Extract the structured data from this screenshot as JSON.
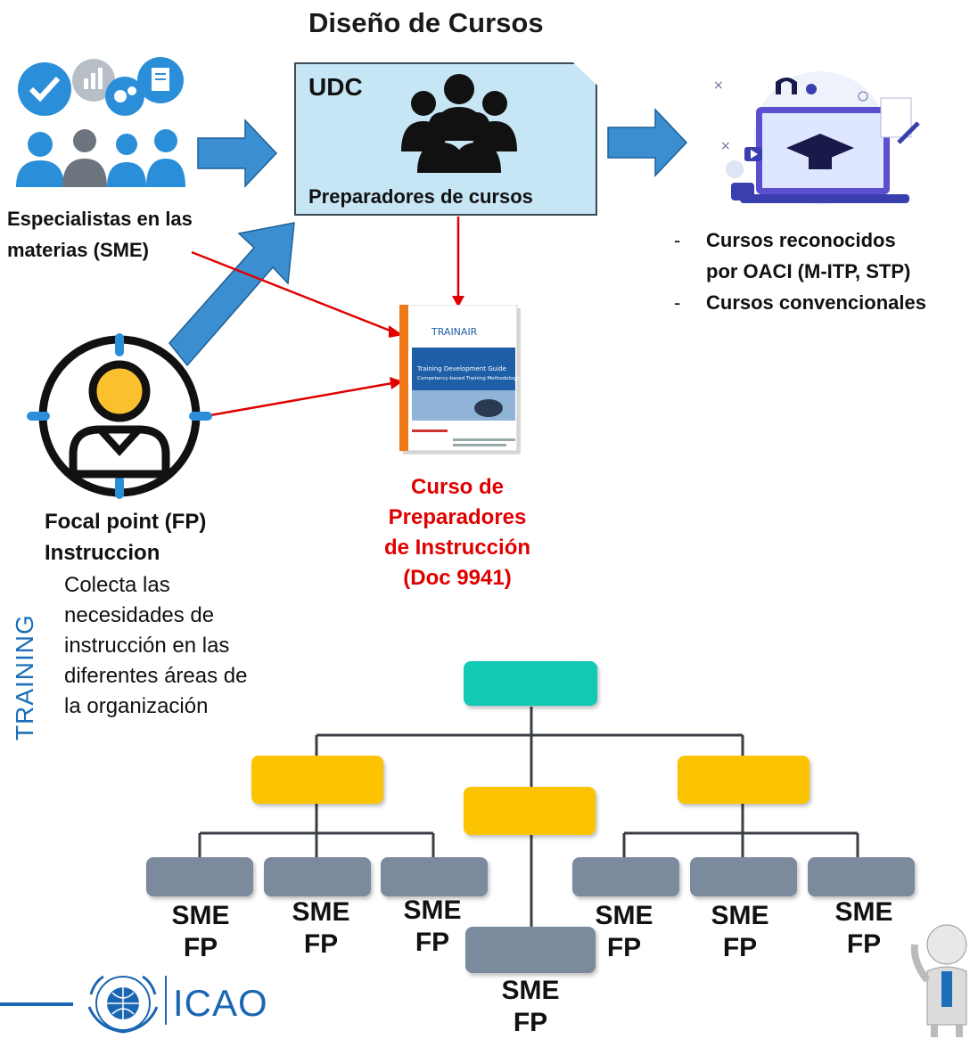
{
  "title": "Diseño de Cursos",
  "udc": {
    "label": "UDC",
    "subtitle": "Preparadores de cursos",
    "icon": "group-people-icon"
  },
  "sme_group": {
    "label_line1": "Especialistas en las",
    "label_line2": "materias (SME)",
    "icon": "specialists-feedback-icon"
  },
  "focal_point": {
    "label_line1": "Focal point (FP)",
    "label_line2": "Instruccion",
    "description": [
      "Colecta las",
      "necesidades de",
      "instrucción en las",
      "diferentes áreas de",
      "la organización"
    ],
    "icon": "target-person-icon"
  },
  "course": {
    "lines": [
      "Curso de",
      "Preparadores",
      "de Instrucción",
      "(Doc 9941)"
    ],
    "book_title": "Training Development Guide",
    "book_subtitle": "Competency-based Training Methodology",
    "book_brand": "TRAINAIR",
    "icon": "trainair-book-icon",
    "color": "#e00000"
  },
  "outputs": {
    "icon": "online-education-icon",
    "items": [
      {
        "dash": "-",
        "lines": [
          "Cursos reconocidos",
          "por OACI (M-ITP, STP)"
        ]
      },
      {
        "dash": "-",
        "lines": [
          "Cursos convencionales"
        ]
      }
    ]
  },
  "watermark": "TRAINING",
  "org_chart": {
    "leaf_label_1": "SME",
    "leaf_label_2": "FP",
    "colors": {
      "top": "#11c9b5",
      "mid": "#fcc400",
      "leaf": "#7b8a9c"
    }
  },
  "footer": {
    "org": "ICAO",
    "emblem": "icao-emblem-icon",
    "mascot": "thinking-figure-icon"
  },
  "colors": {
    "arrow_blue": "#3b8fd0",
    "red_line": "#e00000",
    "box_fill": "#c6e5f5"
  }
}
